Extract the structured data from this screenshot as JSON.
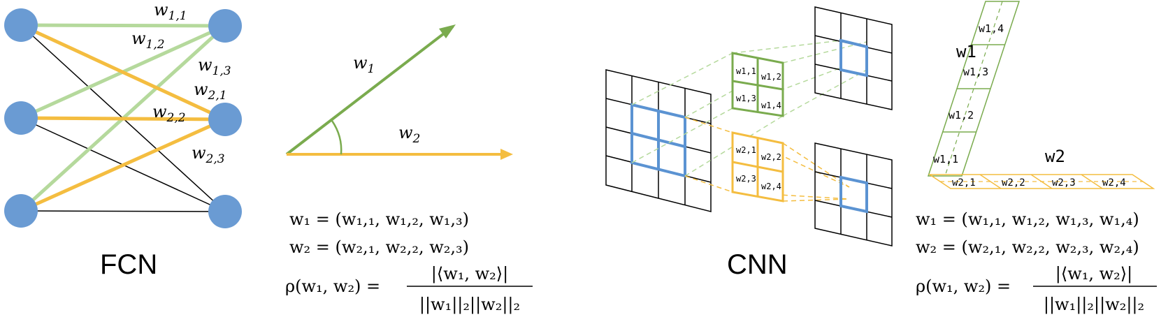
{
  "colors": {
    "node": "#6a9bd3",
    "green": "#7aab4e",
    "green_light": "#b5d99c",
    "yellow": "#f4bd40",
    "blue": "#5b93d2",
    "black": "#000000"
  },
  "fcn": {
    "title": "FCN",
    "edge_labels": [
      {
        "base": "w",
        "sub": "1,1"
      },
      {
        "base": "w",
        "sub": "1,2"
      },
      {
        "base": "w",
        "sub": "1,3"
      },
      {
        "base": "w",
        "sub": "2,1"
      },
      {
        "base": "w",
        "sub": "2,2"
      },
      {
        "base": "w",
        "sub": "2,3"
      }
    ]
  },
  "vectors": {
    "w1_label": {
      "base": "w",
      "sub": "1"
    },
    "w2_label": {
      "base": "w",
      "sub": "2"
    }
  },
  "fcn_equations": {
    "eq1": "w₁ = (w₁,₁, w₁,₂, w₁,₃)",
    "eq2": "w₂ = (w₂,₁, w₂,₂, w₂,₃)",
    "rho_lhs": "ρ(w₁, w₂) =",
    "rho_num": "|⟨w₁, w₂⟩|",
    "rho_den": "||w₁||₂||w₂||₂"
  },
  "cnn": {
    "title": "CNN",
    "kernel_green": [
      "w1,1",
      "w1,2",
      "w1,3",
      "w1,4"
    ],
    "kernel_yellow": [
      "w2,1",
      "w2,2",
      "w2,3",
      "w2,4"
    ],
    "strip_green": [
      "w1,1",
      "w1,2",
      "w1,3",
      "w1,4"
    ],
    "strip_yellow": [
      "w2,1",
      "w2,2",
      "w2,3",
      "w2,4"
    ],
    "w1_label": "w1",
    "w2_label": "w2"
  },
  "cnn_equations": {
    "eq1": "w₁ = (w₁,₁, w₁,₂, w₁,₃, w₁,₄)",
    "eq2": "w₂ = (w₂,₁, w₂,₂, w₂,₃, w₂,₄)",
    "rho_lhs": "ρ(w₁, w₂) =",
    "rho_num": "|⟨w₁, w₂⟩|",
    "rho_den": "||w₁||₂||w₂||₂"
  }
}
